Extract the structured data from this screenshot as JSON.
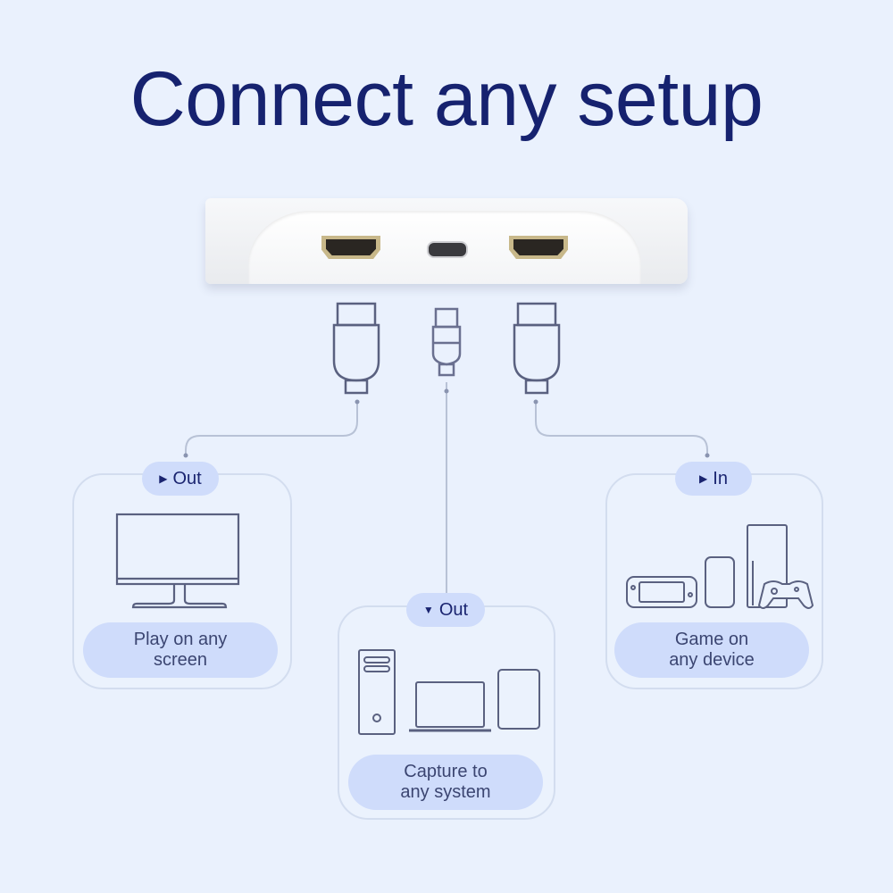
{
  "title": "Connect any setup",
  "colors": {
    "background": "#eaf1fd",
    "title": "#16226f",
    "pill": "#cfdcfb",
    "card_border": "#d3ddef",
    "icon_stroke": "#5a6180",
    "connector_line": "#b8c2d6"
  },
  "device": {
    "ports": [
      {
        "type": "HDMI",
        "position": "left"
      },
      {
        "type": "USB-C",
        "position": "center"
      },
      {
        "type": "HDMI",
        "position": "right"
      }
    ]
  },
  "cards": [
    {
      "id": "screen",
      "direction_icon": "arrow-right-icon",
      "direction_glyph": "▶",
      "badge": "Out",
      "icons": [
        "monitor-icon"
      ],
      "caption_line1": "Play on any",
      "caption_line2": "screen"
    },
    {
      "id": "system",
      "direction_icon": "arrow-down-icon",
      "direction_glyph": "▼",
      "badge": "Out",
      "icons": [
        "desktop-tower-icon",
        "laptop-icon",
        "tablet-icon"
      ],
      "caption_line1": "Capture to",
      "caption_line2": "any system"
    },
    {
      "id": "device",
      "direction_icon": "arrow-right-icon",
      "direction_glyph": "▶",
      "badge": "In",
      "icons": [
        "handheld-console-icon",
        "smartphone-icon",
        "console-tower-icon",
        "gamepad-icon"
      ],
      "caption_line1": "Game on",
      "caption_line2": "any device"
    }
  ]
}
